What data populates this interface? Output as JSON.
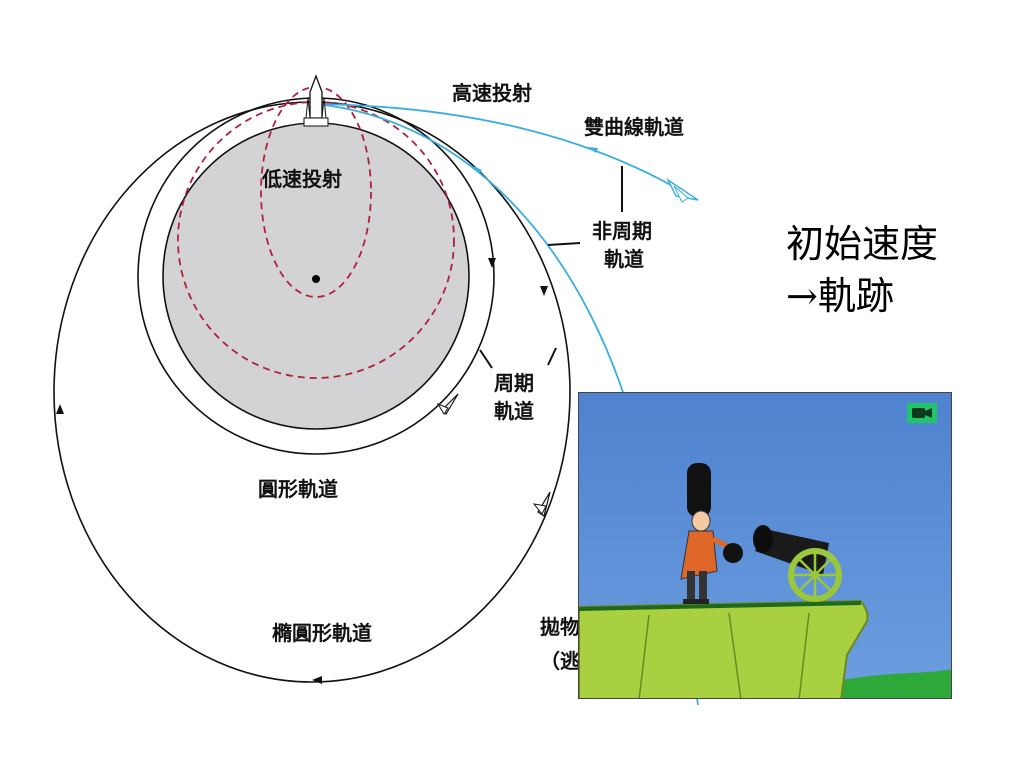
{
  "labels": {
    "high_speed_launch": "高速投射",
    "hyperbolic_orbit": "雙曲線軌道",
    "low_speed_launch": "低速投射",
    "non_periodic_1": "非周期",
    "non_periodic_2": "軌道",
    "periodic_1": "周期",
    "periodic_2": "軌道",
    "circular_orbit": "圓形軌道",
    "elliptical_orbit": "橢圓形軌道",
    "parabolic_1": "拋物",
    "parabolic_2": "（逃"
  },
  "heading": {
    "line1": "初始速度",
    "line2": "→軌跡"
  },
  "colors": {
    "earth_fill": "#d3d3d6",
    "orbit_line": "#111111",
    "launch_dashed": "#b02040",
    "escape_line": "#3aaee0",
    "video_sky": "#5b8fd6",
    "video_ground": "#a8d040",
    "camera_badge": "#22c46a"
  },
  "video": {
    "camera_icon": "video-camera-icon"
  }
}
